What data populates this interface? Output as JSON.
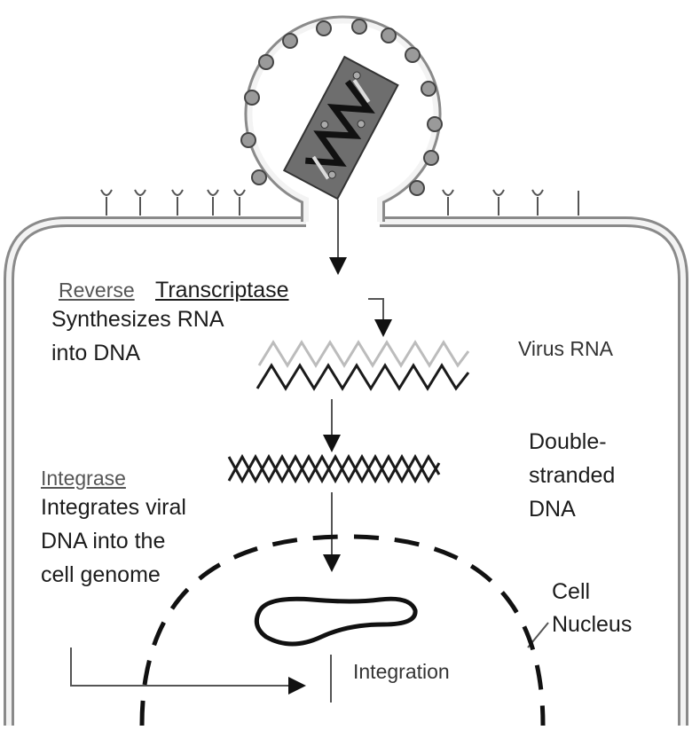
{
  "labels": {
    "reverse_word": "Reverse",
    "transcriptase_word": "Transcriptase",
    "rt_desc_1": "Synthesizes RNA",
    "rt_desc_2": "into DNA",
    "virus_rna": "Virus RNA",
    "ds_1": "Double-",
    "ds_2": "stranded",
    "ds_3": "DNA",
    "integrase": "Integrase",
    "int_desc_1": "Integrates viral",
    "int_desc_2": "DNA into the",
    "int_desc_3": "cell genome",
    "nucleus_1": "Cell",
    "nucleus_2": "Nucleus",
    "integration": "Integration"
  },
  "colors": {
    "membrane": "#8a8a8a",
    "membrane_inner": "#ffffff",
    "virus_bead": "#8f8f8f",
    "capsid": "#6e6e6e",
    "rna_strand": "#bcbcbc",
    "dna_strand": "#1a1a1a",
    "arrow": "#555555"
  }
}
